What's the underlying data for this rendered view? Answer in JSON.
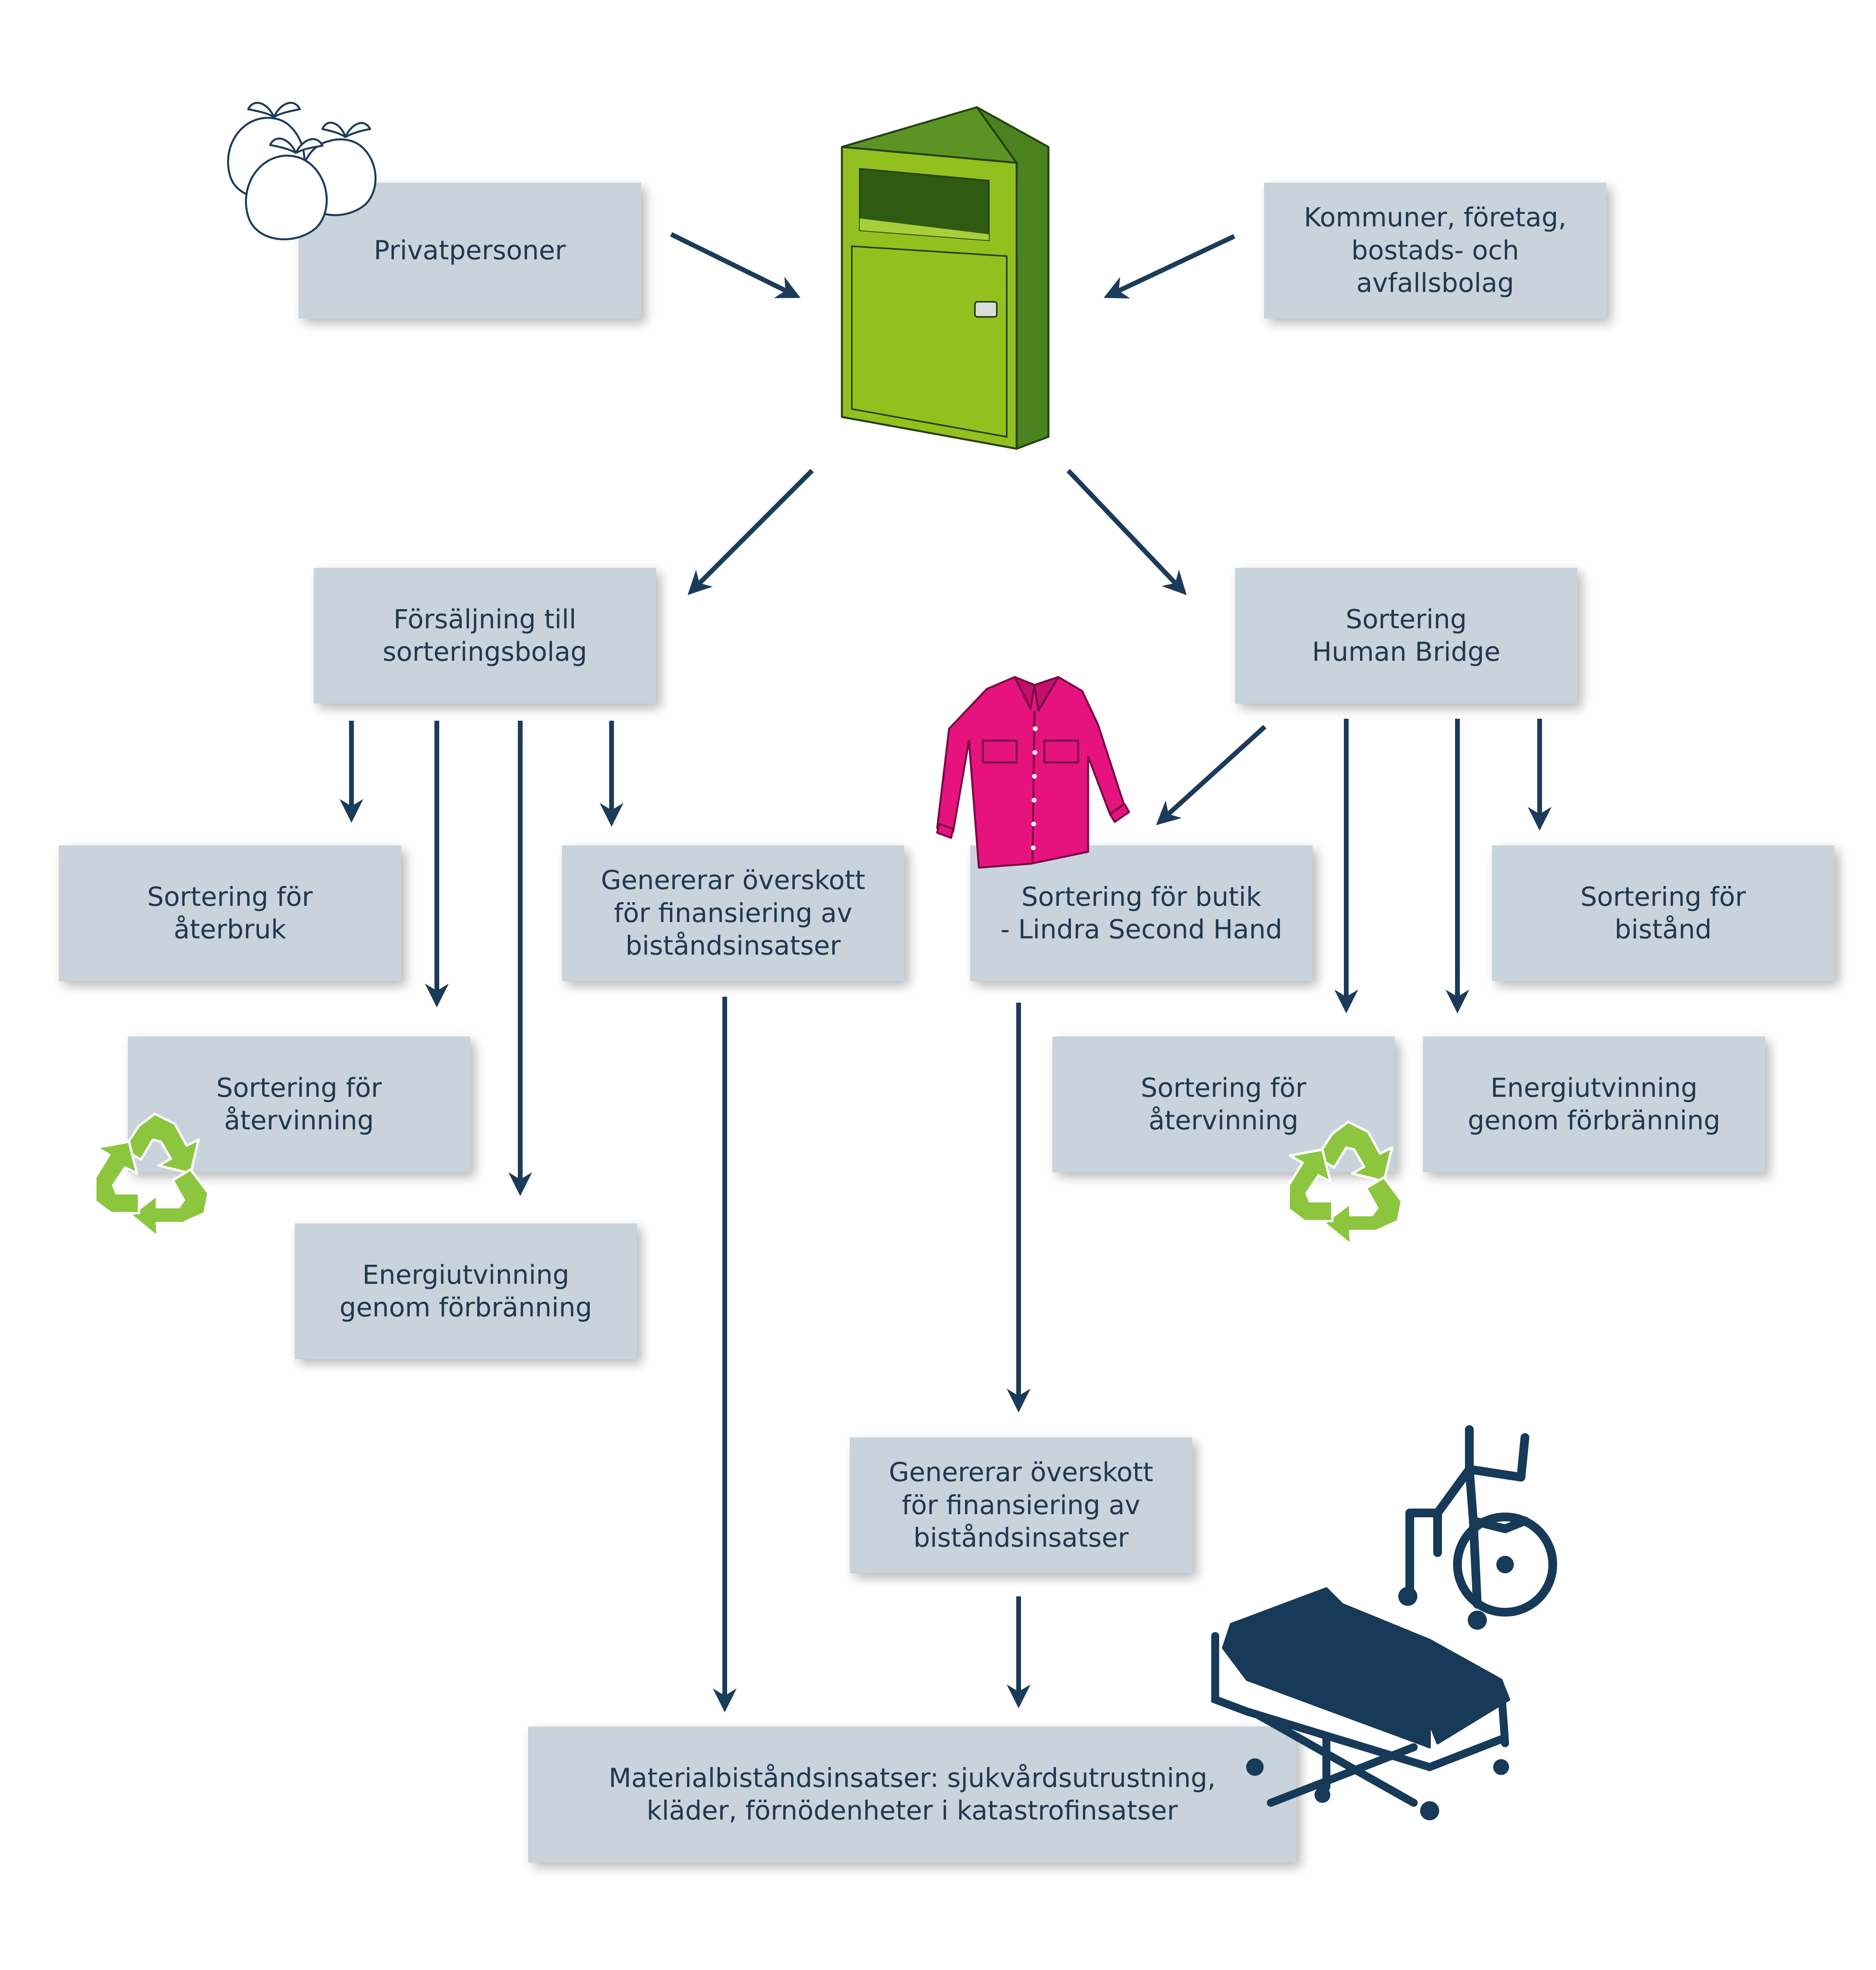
{
  "colors": {
    "box_fill": "#c9d3db",
    "text": "#21384f",
    "arrow": "#1b3b5a",
    "bin_green_light": "#93c01f",
    "bin_green_dark": "#4a8220",
    "recycle_green": "#8cc63f",
    "jacket_magenta": "#e6137f",
    "equipment_navy": "#163a58"
  },
  "icons": [
    "clothing-bags-icon",
    "collection-bin-icon",
    "recycle-icon",
    "jacket-icon",
    "wheelchair-icon",
    "hospital-bed-icon"
  ],
  "boxes": {
    "privatpersoner": "Privatpersoner",
    "kommuner": "Kommuner, företag,\nbostads- och\navfallsbolag",
    "forsaljning": "Försäljning till\nsorteringsbolag",
    "sortering_hb": "Sortering\nHuman Bridge",
    "aterbruk": "Sortering för\nåterbruk",
    "generar_left": "Genererar överskott\nför finansiering av\nbiståndsinsatser",
    "butik": "Sortering för butik\n- Lindra Second Hand",
    "bistand": "Sortering för\nbistånd",
    "atervinning_left": "Sortering för\nåtervinning",
    "atervinning_right": "Sortering för\nåtervinning",
    "energi_right": "Energiutvinning\ngenom förbränning",
    "energi_left": "Energiutvinning\ngenom förbränning",
    "generar_mid": "Genererar överskott\nför finansiering av\nbiståndsinsatser",
    "material": "Materialbiståndsinsatser: sjukvårdsutrustning,\nkläder, förnödenheter i katastrofinsatser"
  }
}
